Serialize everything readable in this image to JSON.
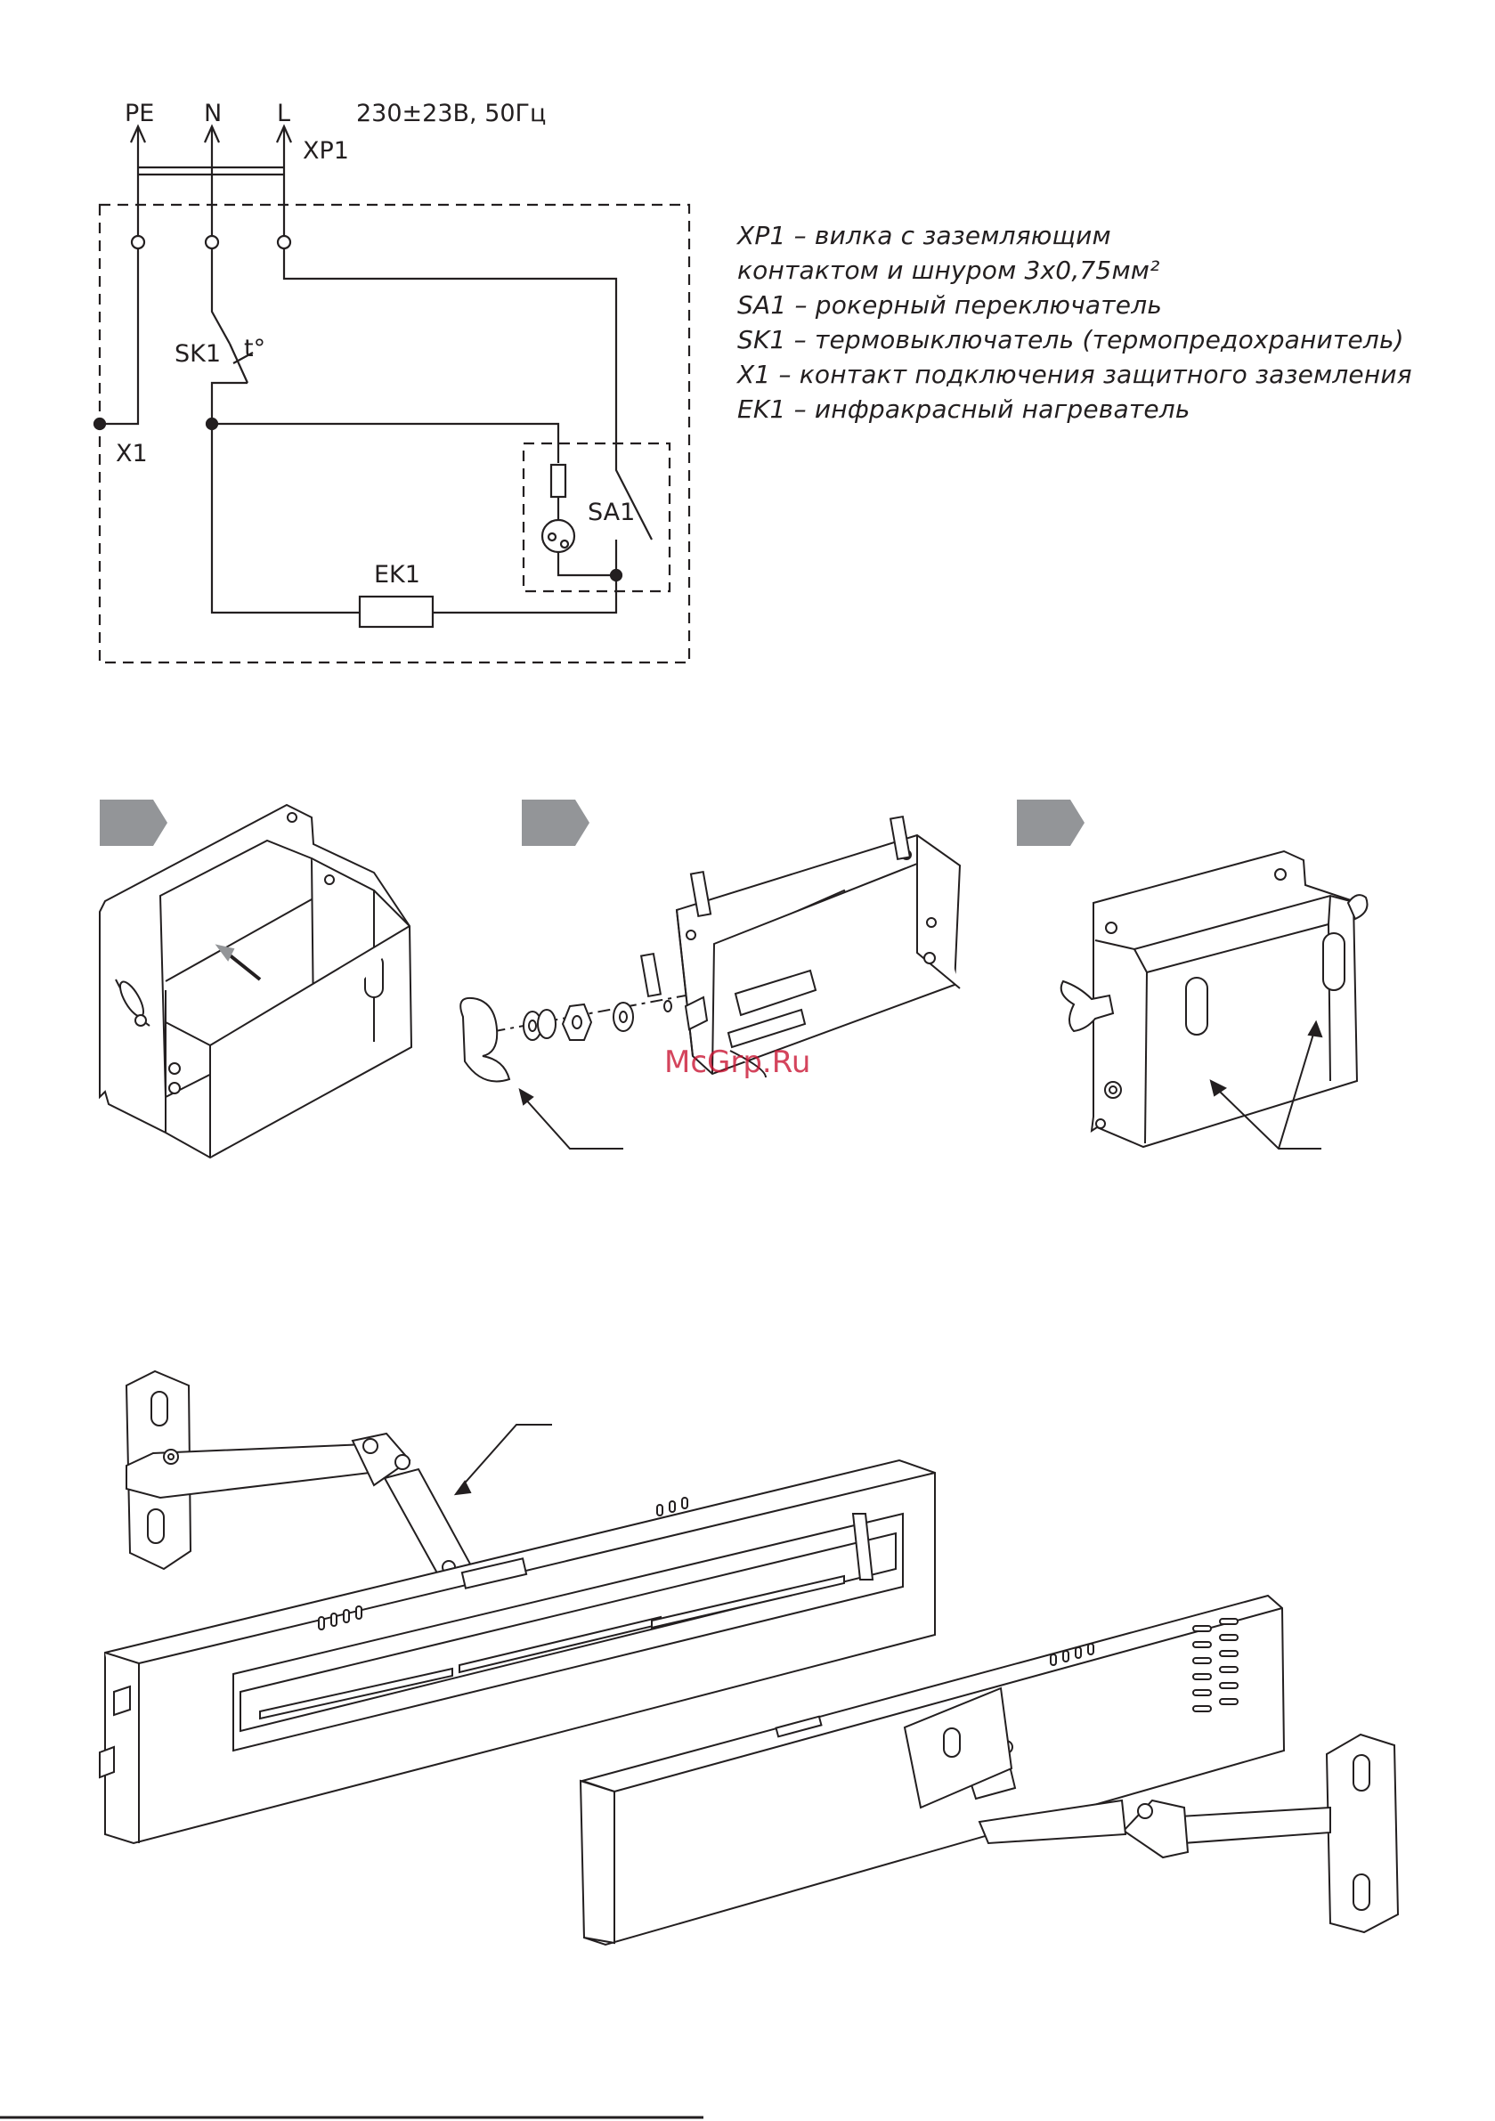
{
  "schematic": {
    "pin_pe": "PE",
    "pin_n": "N",
    "pin_l": "L",
    "supply": "230±23В, 50Гц",
    "plug": "XP1",
    "thermal_switch": "SK1",
    "temp_symbol": "t°",
    "ground": "X1",
    "rocker_switch": "SA1",
    "heater": "EK1"
  },
  "legend": [
    "XP1 – вилка с заземляющим",
    "контактом и шнуром 3х0,75мм²",
    "SA1 – рокерный переключатель",
    "SK1 – термовыключатель (термопредохранитель)",
    "X1 – контакт подключения защитного заземления",
    "EK1 – инфракрасный нагреватель"
  ],
  "watermark": "McGrp.Ru",
  "colors": {
    "line": "#231f20",
    "step_tag": "#939598",
    "watermark": "#c8102e"
  }
}
